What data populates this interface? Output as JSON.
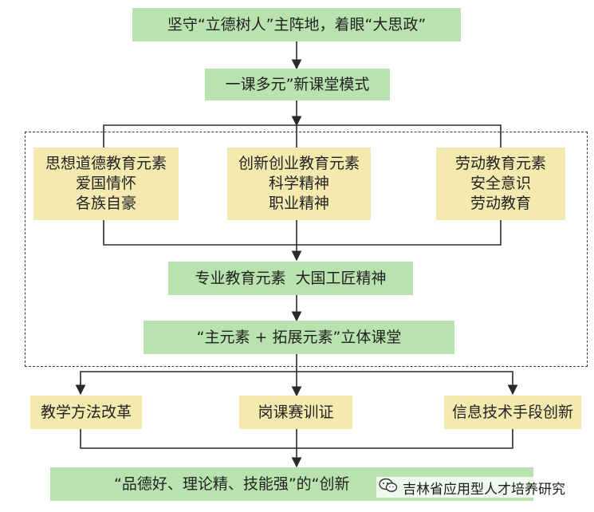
{
  "nodes": {
    "top": "坚守“立德树人”主阵地，着眼“大思政”",
    "model": "一课多元”新课堂模式",
    "col1": [
      "思想道德教育元素",
      "爱国情怀",
      "各族自豪"
    ],
    "col2": [
      "创新创业教育元素",
      "科学精神",
      "职业精神"
    ],
    "col3": [
      "劳动教育元素",
      "安全意识",
      "劳动教育"
    ],
    "professional": "专业教育元素  大国工匠精神",
    "classroom": "“主元素 + 拓展元素”立体课堂",
    "b1": "教学方法改革",
    "b2": "岗课赛训证",
    "b3": "信息技术手段创新",
    "bottom": "“品德好、理论精、技能强”的“创新"
  },
  "watermark": {
    "icon": "wechat-icon",
    "text": "吉林省应用型人才培养研究"
  },
  "colors": {
    "green_box": "#b8e2ae",
    "yellow_box": "#f4eab0",
    "lines": "#2a2a2a"
  }
}
